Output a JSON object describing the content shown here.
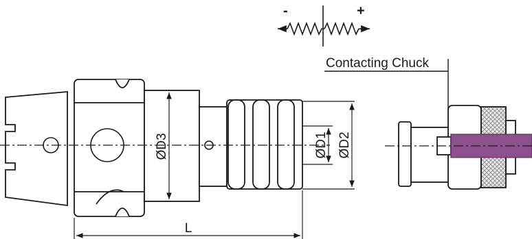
{
  "diagram": {
    "compensation_symbol": {
      "minus_label": "-",
      "plus_label": "+"
    },
    "chuck_label": "Contacting Chuck",
    "dimensions": {
      "diameter_d3": "ØD3",
      "diameter_d1": "ØD1",
      "diameter_d2": "ØD2",
      "length": "L"
    },
    "colors": {
      "line": "#1a1a1a",
      "tap_shank": "#8e4f8e",
      "knurl": "#c8c8c8"
    }
  }
}
